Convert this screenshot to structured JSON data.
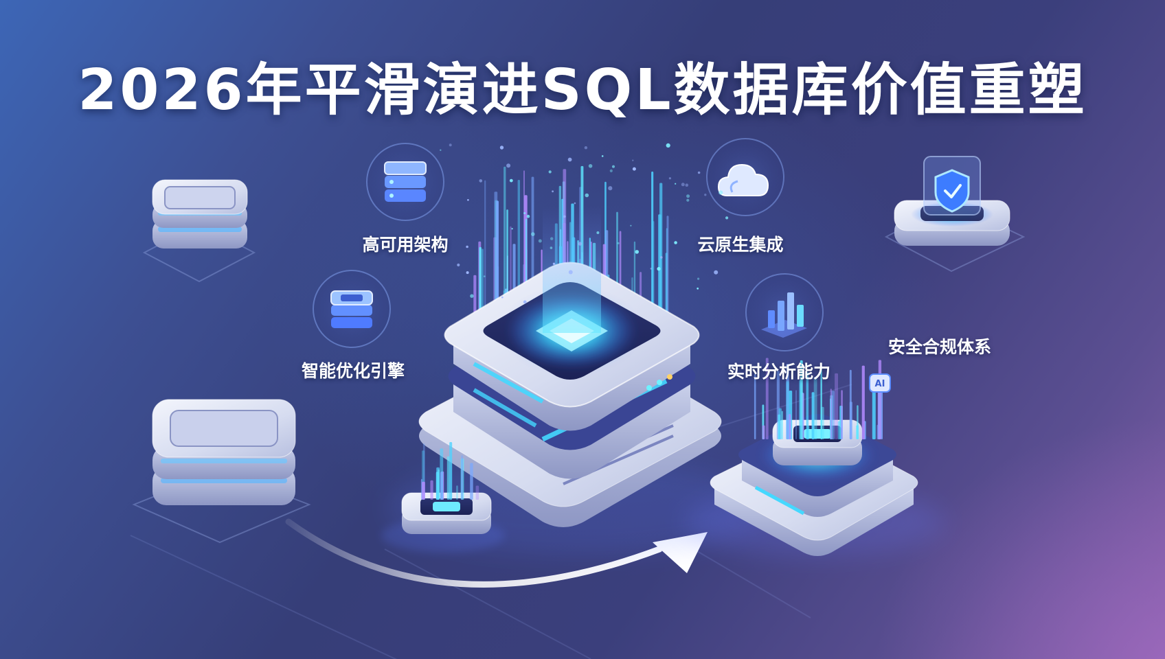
{
  "title": "2026年平滑演进SQL数据库价值重塑",
  "features": [
    {
      "label": "高可用架构",
      "icon": "server-stack-icon"
    },
    {
      "label": "云原生集成",
      "icon": "cloud-icon"
    },
    {
      "label": "智能优化引擎",
      "icon": "layered-database-icon"
    },
    {
      "label": "实时分析能力",
      "icon": "bar-chart-icon"
    },
    {
      "label": "安全合规体系",
      "icon": "shield-icon"
    }
  ],
  "badge": "AI",
  "colors": {
    "background_start": "#3d66b6",
    "background_mid": "#363e78",
    "background_end": "#8660aa",
    "accent_cyan": "#38d6ff",
    "accent_blue": "#4f8cff",
    "accent_purple": "#9a7bff",
    "platform_silver": "#e4e8f6"
  }
}
